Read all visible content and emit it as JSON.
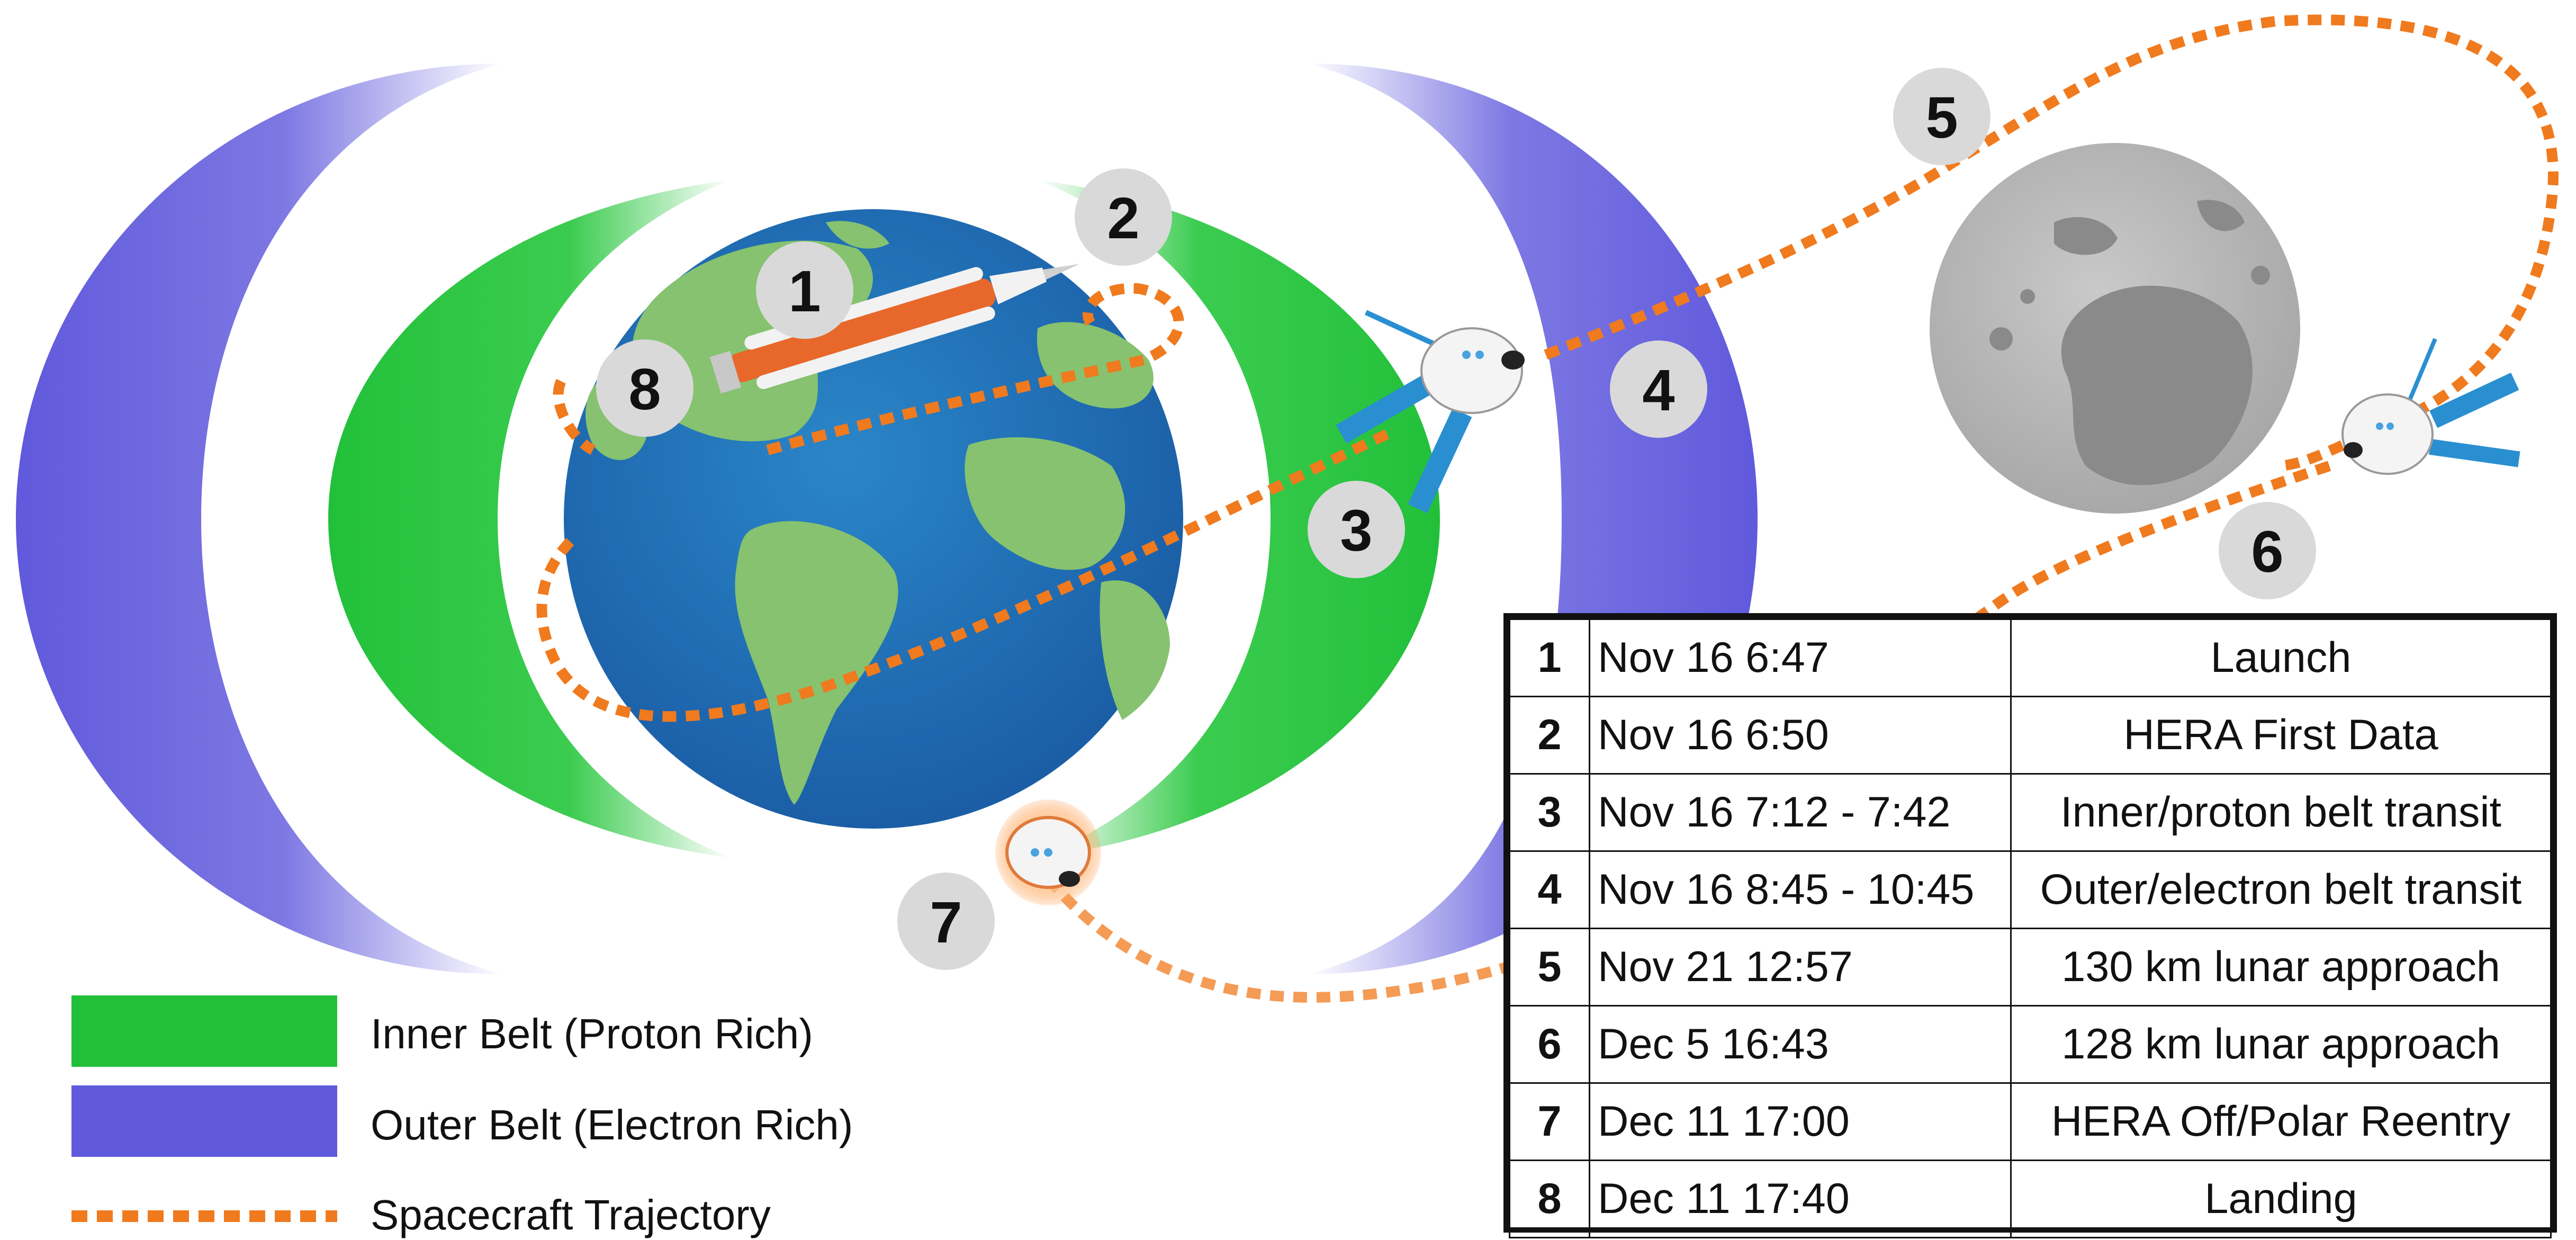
{
  "markers": [
    {
      "id": "1",
      "label": "1"
    },
    {
      "id": "2",
      "label": "2"
    },
    {
      "id": "3",
      "label": "3"
    },
    {
      "id": "4",
      "label": "4"
    },
    {
      "id": "5",
      "label": "5"
    },
    {
      "id": "6",
      "label": "6"
    },
    {
      "id": "7",
      "label": "7"
    },
    {
      "id": "8",
      "label": "8"
    }
  ],
  "legend": [
    {
      "label": "Inner Belt (Proton Rich)",
      "color": "#22c03a"
    },
    {
      "label": "Outer Belt (Electron Rich)",
      "color": "#6059dc"
    },
    {
      "label": "Spacecraft Trajectory",
      "color": "#f07a1e"
    }
  ],
  "timeline": [
    {
      "num": "1",
      "time": "Nov 16 6:47",
      "event": "Launch"
    },
    {
      "num": "2",
      "time": "Nov 16 6:50",
      "event": "HERA First Data"
    },
    {
      "num": "3",
      "time": "Nov 16 7:12 - 7:42",
      "event": "Inner/proton belt transit"
    },
    {
      "num": "4",
      "time": "Nov 16 8:45 - 10:45",
      "event": "Outer/electron belt transit"
    },
    {
      "num": "5",
      "time": "Nov 21 12:57",
      "event": "130 km lunar approach"
    },
    {
      "num": "6",
      "time": "Dec 5 16:43",
      "event": "128 km lunar approach"
    },
    {
      "num": "7",
      "time": "Dec 11 17:00",
      "event": "HERA Off/Polar Reentry"
    },
    {
      "num": "8",
      "time": "Dec 11 17:40",
      "event": "Landing"
    }
  ]
}
